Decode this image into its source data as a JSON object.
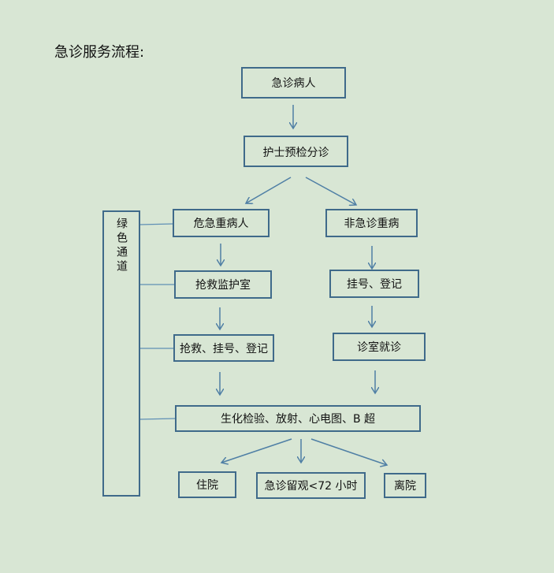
{
  "title": "急诊服务流程:",
  "nodes": {
    "patient": "急诊病人",
    "triage": "护士预检分诊",
    "critical": "危急重病人",
    "noncritical": "非急诊重病",
    "rescue_room": "抢救监护室",
    "register": "挂号、登记",
    "rescue_register": "抢救、挂号、登记",
    "clinic": "诊室就诊",
    "tests": "生化检验、放射、心电图、B 超",
    "hospitalize": "住院",
    "observe": "急诊留观<72 小时",
    "discharge": "离院",
    "green_channel": "绿色通道"
  }
}
